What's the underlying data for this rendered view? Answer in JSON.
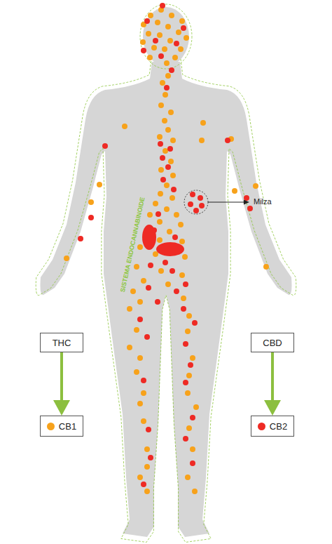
{
  "diagram": {
    "nodes": [
      {
        "text": [
          "THC"
        ]
      },
      {
        "text": [
          "CBD"
        ]
      },
      {
        "text": [
          "CB1"
        ]
      },
      {
        "text": [
          "CB2"
        ]
      }
    ],
    "edges": [
      {
        "from": 0,
        "to": 2,
        "arrow": "to"
      },
      {
        "from": 1,
        "to": 3,
        "arrow": "to"
      }
    ],
    "labels": [
      "Milza",
      "SISTEMA ENDOCANNABINOIDE"
    ]
  }
}
